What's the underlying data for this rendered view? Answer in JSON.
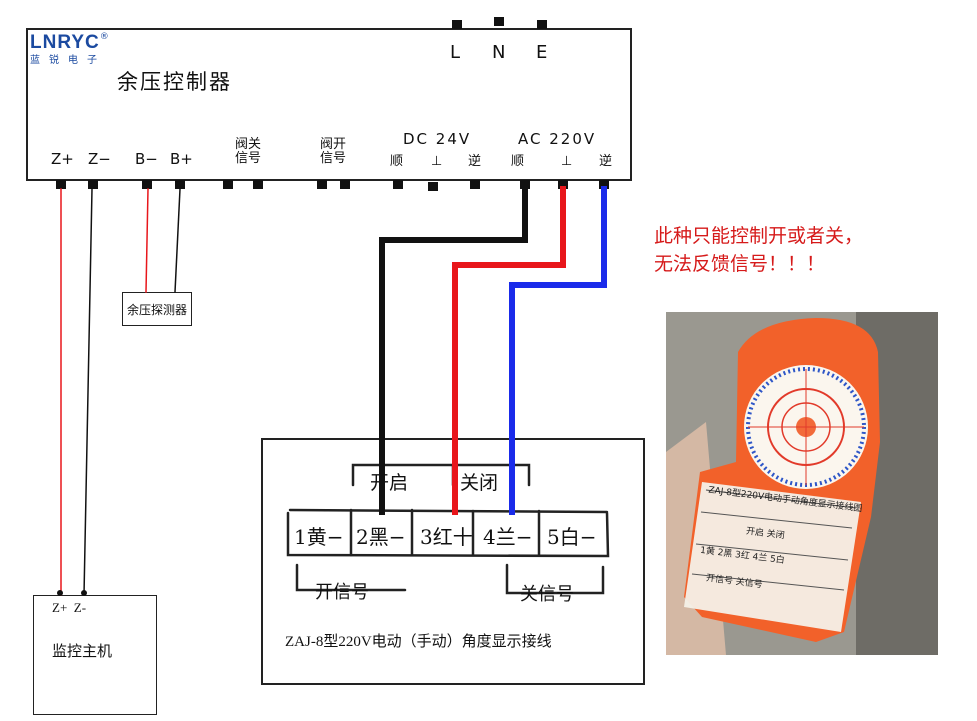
{
  "controller": {
    "brand": "LNRYC",
    "brand_registered": "®",
    "brand_sub": "蓝锐电子",
    "title": "余压控制器",
    "power_terminals": [
      "L",
      "N",
      "E"
    ],
    "bottom_labels": {
      "z_plus": "Z+",
      "z_minus": "Z−",
      "b_minus": "B−",
      "b_plus": "B+",
      "valve_close": [
        "阀",
        "信",
        "关",
        "号"
      ],
      "valve_open": [
        "阀",
        "信",
        "开",
        "号"
      ],
      "dc_group": "DC 24V",
      "dc_shun": "顺",
      "dc_gnd": "⊥",
      "dc_ni": "逆",
      "ac_group": "AC 220V",
      "ac_shun": "顺",
      "ac_gnd": "⊥",
      "ac_ni": "逆"
    }
  },
  "sensor_box": {
    "label": "余压探测器"
  },
  "host_box": {
    "ports": "Z+  Z-",
    "label": "监控主机"
  },
  "note": {
    "line1": "此种只能控制开或者关，",
    "line2": "无法反馈信号！！！"
  },
  "wiring_panel": {
    "top_labels": {
      "open": "开启",
      "close": "关闭"
    },
    "terminals": [
      "1黄−",
      "2黑−",
      "3红十",
      "4兰−",
      "5白−"
    ],
    "bottom_labels": {
      "open_signal": "开信号",
      "close_signal": "关信号"
    },
    "caption": "ZAJ-8型220V电动（手动）角度显示接线"
  },
  "photo": {
    "label_title": "ZAJ-8型220V电动手动角度显示接线图",
    "label_top": "开启 关闭",
    "label_row": "1黄 2黑 3红 4兰 5白",
    "label_bottom": "开信号 关信号"
  },
  "colors": {
    "wire_red": "#e8161b",
    "wire_blue": "#1a2bea",
    "wire_black": "#111111",
    "note_red": "#d61a1a",
    "device_orange": "#f2612a"
  }
}
